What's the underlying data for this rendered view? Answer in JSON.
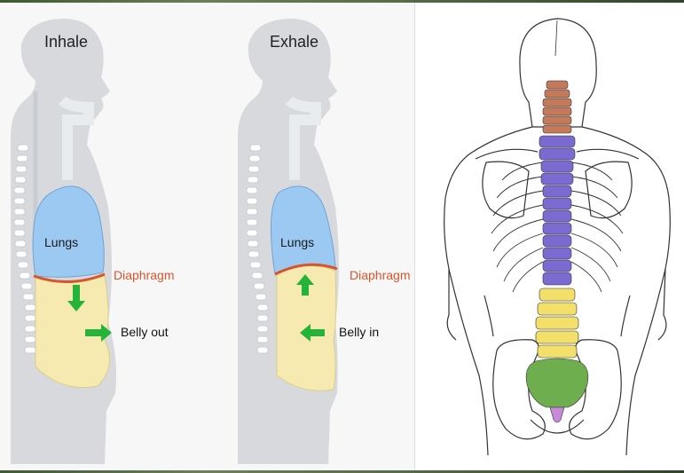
{
  "inhale": {
    "title": "Inhale",
    "lungs_label": "Lungs",
    "diaphragm_label": "Diaphragm",
    "belly_label": "Belly out"
  },
  "exhale": {
    "title": "Exhale",
    "lungs_label": "Lungs",
    "diaphragm_label": "Diaphragm",
    "belly_label": "Belly in"
  },
  "colors": {
    "lungs": "#9cc9f2",
    "belly": "#f6eab0",
    "diaphragm": "#d9542b",
    "arrow": "#25b43a",
    "cervical": "#c47a5a",
    "thoracic": "#7b6ad0",
    "lumbar": "#f2e06a",
    "sacrum": "#6fae4f",
    "coccyx": "#c78ad8"
  }
}
